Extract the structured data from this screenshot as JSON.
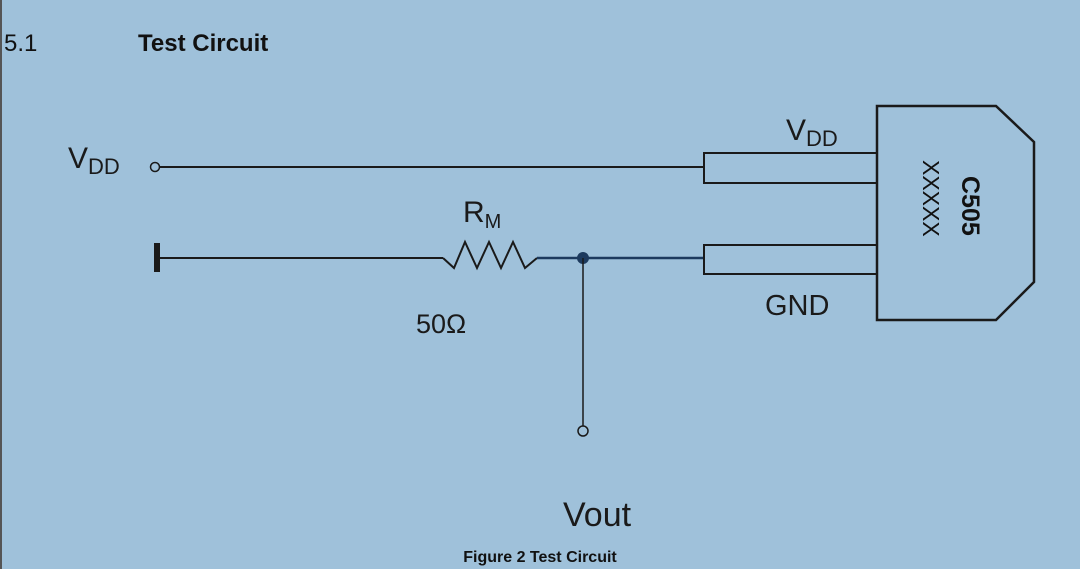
{
  "section": {
    "number": "5.1",
    "title": "Test Circuit"
  },
  "diagram": {
    "vdd_left_main": "V",
    "vdd_left_sub": "DD",
    "vdd_pin_main": "V",
    "vdd_pin_sub": "DD",
    "resistor_main": "R",
    "resistor_sub": "M",
    "resistor_value": "50Ω",
    "gnd_label": "GND",
    "vout_label": "Vout",
    "chip_part": "C505",
    "chip_code": "XXXXX"
  },
  "caption": "Figure 2 Test Circuit",
  "colors": {
    "background": "#9fc1da",
    "wire": "#1a1a1a",
    "net_wire": "#1c3a5e"
  }
}
